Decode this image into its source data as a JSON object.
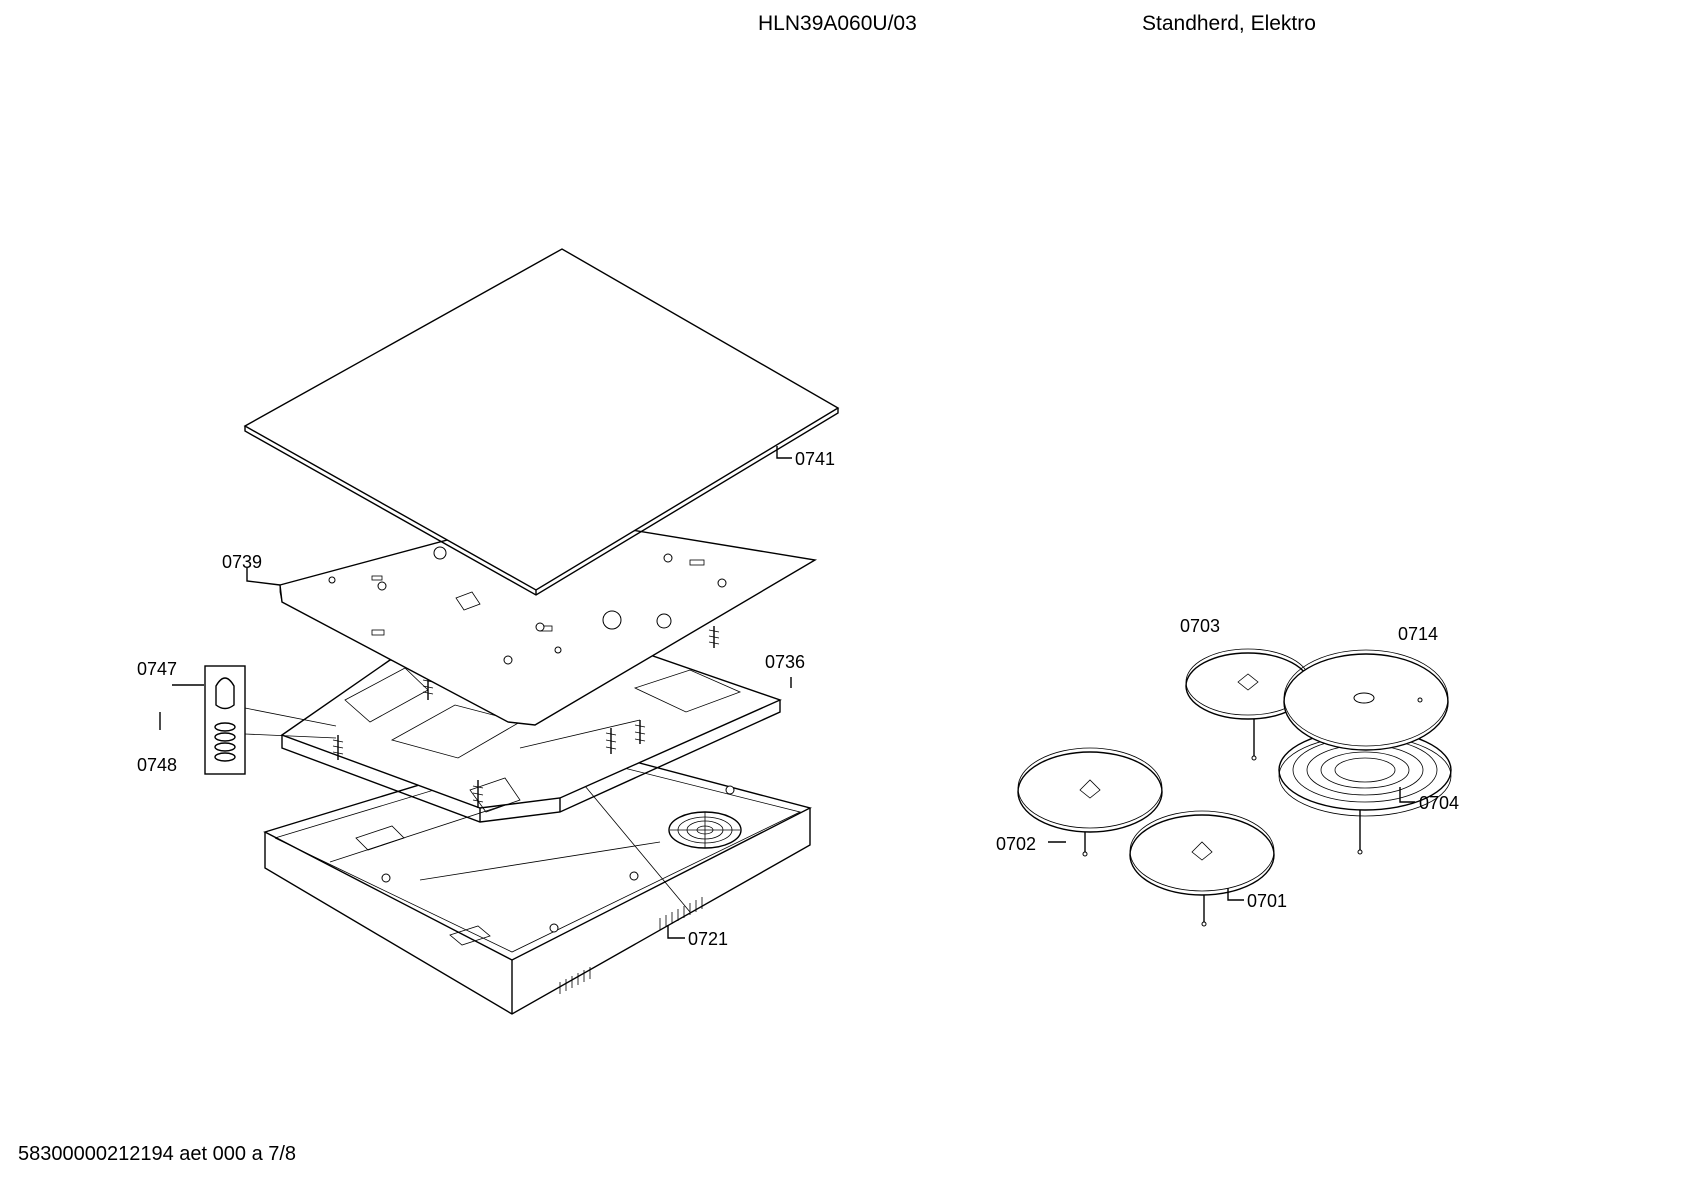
{
  "header": {
    "model": "HLN39A060U/03",
    "description": "Standherd, Elektro"
  },
  "footer": {
    "doc_id": "58300000212194 aet 000 a 7/8"
  },
  "parts": {
    "p0741": "0741",
    "p0739": "0739",
    "p0736": "0736",
    "p0747": "0747",
    "p0748": "0748",
    "p0721": "0721",
    "p0703": "0703",
    "p0714": "0714",
    "p0702": "0702",
    "p0704": "0704",
    "p0701": "0701"
  }
}
